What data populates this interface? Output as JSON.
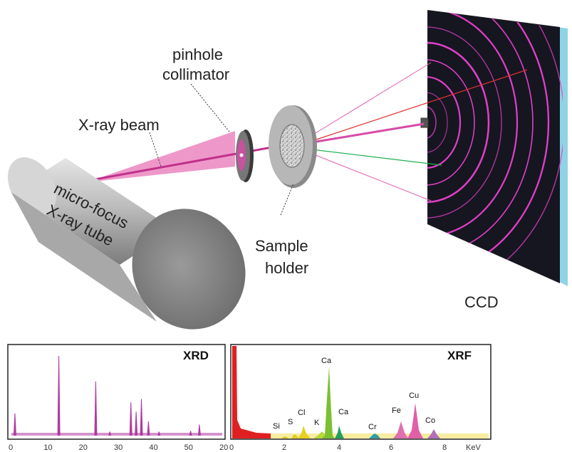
{
  "labels": {
    "pinhole_line1": "pinhole",
    "pinhole_line2": "collimator",
    "beam": "X-ray beam",
    "tube_line1": "micro-focus",
    "tube_line2": "X-ray tube",
    "sample_line1": "Sample",
    "sample_line2": "holder",
    "ccd": "CCD"
  },
  "colors": {
    "beam": "#e0449c",
    "ring": "#e040c8",
    "detector": "#161620",
    "detector_edge": "#8fd3e6",
    "red_ray": "#e03030",
    "green_ray": "#20b050"
  },
  "xrd": {
    "title": "XRD",
    "x_ticks": [
      "0",
      "10",
      "20",
      "30",
      "40",
      "50",
      "20"
    ],
    "peaks": [
      {
        "x": 1,
        "h": 0.28
      },
      {
        "x": 13.5,
        "h": 1.0
      },
      {
        "x": 24,
        "h": 0.68
      },
      {
        "x": 28,
        "h": 0.05
      },
      {
        "x": 34,
        "h": 0.42
      },
      {
        "x": 35.5,
        "h": 0.3
      },
      {
        "x": 37,
        "h": 0.46
      },
      {
        "x": 39,
        "h": 0.18
      },
      {
        "x": 42,
        "h": 0.05
      },
      {
        "x": 51,
        "h": 0.06
      },
      {
        "x": 53.5,
        "h": 0.14
      }
    ],
    "color": "#b03aa0"
  },
  "xrf": {
    "title": "XRF",
    "x_ticks": [
      "0",
      "2",
      "4",
      "6",
      "8"
    ],
    "unit": "KeV",
    "peak_labels": [
      "Si",
      "S",
      "Cl",
      "K",
      "Ca",
      "Ca",
      "Cr",
      "Fe",
      "Cu",
      "Co"
    ]
  }
}
